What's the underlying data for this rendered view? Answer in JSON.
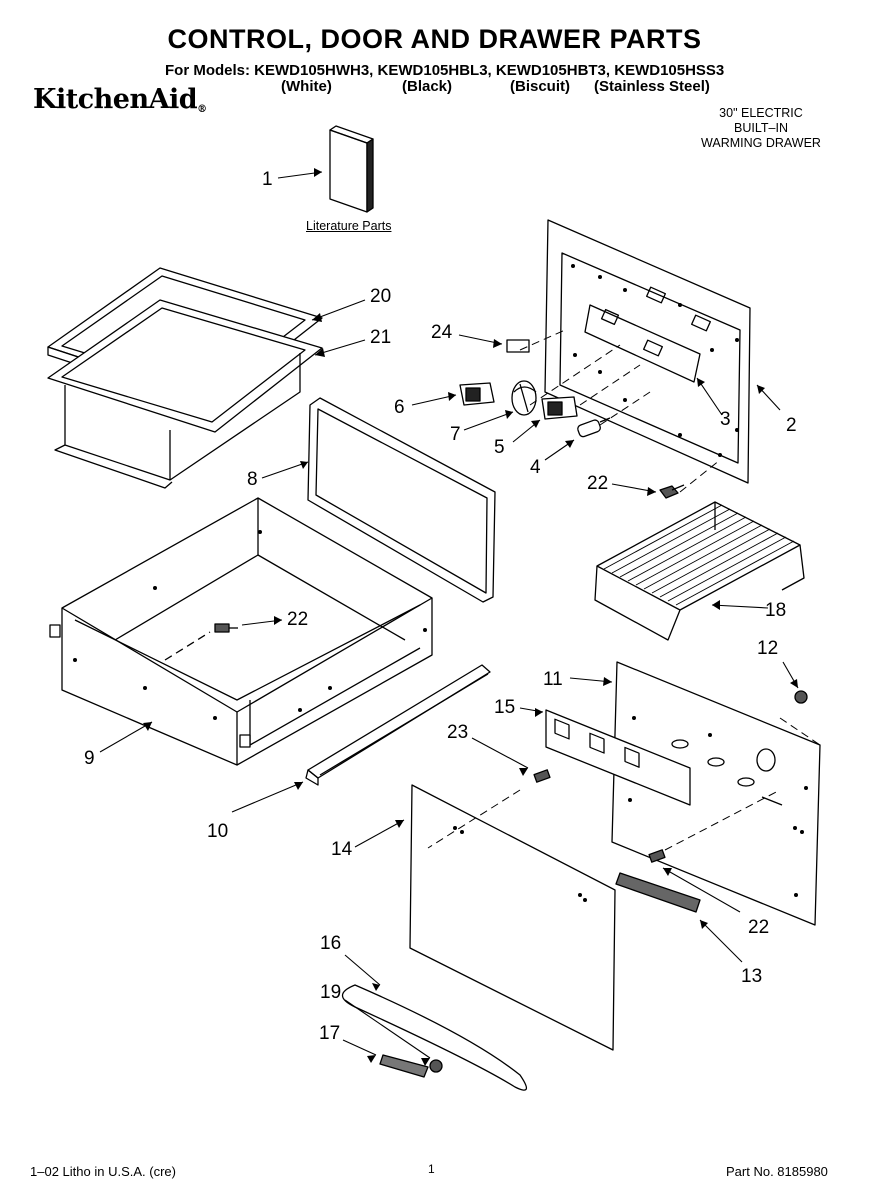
{
  "header": {
    "title": "CONTROL, DOOR AND DRAWER PARTS",
    "models_line": "For Models: KEWD105HWH3, KEWD105HBL3, KEWD105HBT3, KEWD105HSS3",
    "colors": [
      "(White)",
      "(Black)",
      "(Biscuit)",
      "(Stainless Steel)"
    ],
    "brand": "KitchenAid",
    "brand_mark": "®",
    "description": [
      "30\" ELECTRIC",
      "BUILT–IN",
      "WARMING DRAWER"
    ]
  },
  "diagram": {
    "literature_label": "Literature Parts",
    "callouts": [
      "1",
      "20",
      "21",
      "24",
      "6",
      "7",
      "5",
      "4",
      "3",
      "2",
      "22",
      "8",
      "18",
      "22",
      "12",
      "11",
      "9",
      "15",
      "23",
      "10",
      "14",
      "22",
      "13",
      "16",
      "19",
      "17"
    ]
  },
  "footer": {
    "left": "1–02 Litho in U.S.A. (cre)",
    "page": "1",
    "part_no": "Part No. 8185980"
  }
}
